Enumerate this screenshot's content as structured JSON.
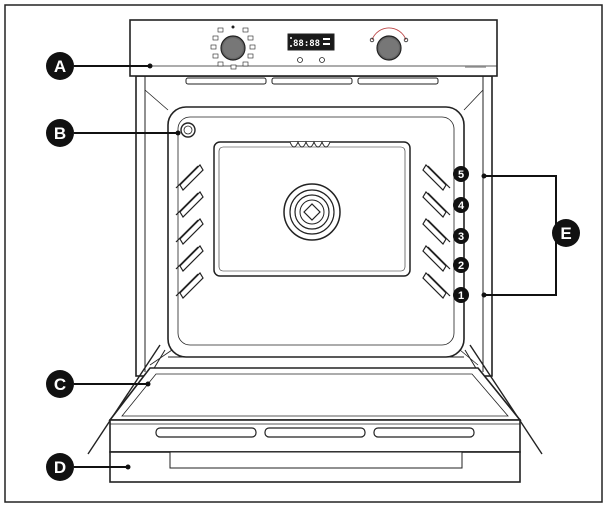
{
  "callouts": {
    "a": "A",
    "b": "B",
    "c": "C",
    "d": "D",
    "e": "E"
  },
  "shelf_levels": [
    "5",
    "4",
    "3",
    "2",
    "1"
  ],
  "display": {
    "clock": "88:88"
  }
}
